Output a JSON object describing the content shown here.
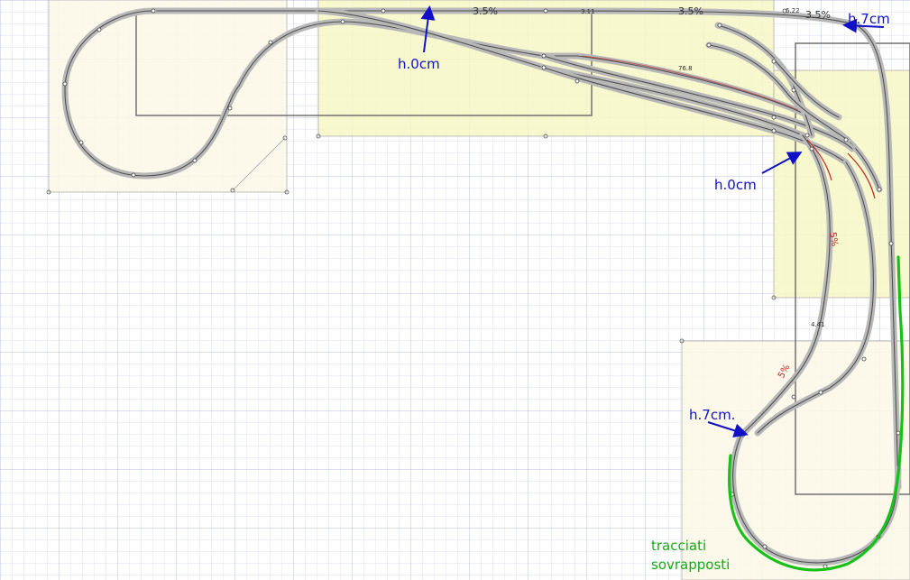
{
  "colors": {
    "background": "#ffffff",
    "grid_minor": "#d6d9f2",
    "grid_major": "#aeb3e0",
    "board_light": "#fbf8e8",
    "board_yellow": "#f6f7c6",
    "track_bed": "#b8b8b8",
    "rail": "#505050",
    "annotation_blue": "#1010c8",
    "overlap_green": "#18c018",
    "grade_red": "#c02020"
  },
  "annotations": {
    "height_top_center": "h.0cm",
    "height_top_right": "h.7cm",
    "height_right_middle": "h.0cm",
    "height_bottom_loop": "h.7cm.",
    "overlap_line1": "tracciati",
    "overlap_line2": "sovrapposti"
  },
  "grades": {
    "top_left": "3.5%",
    "top_middle": "3.5%",
    "top_right": "3.5%",
    "ramp_upper": "5%",
    "ramp_lower": "5%"
  },
  "measurements": {
    "m1": "3.11",
    "m2": "6.22",
    "m3": "4.41",
    "m4": "76.8"
  },
  "icons": {
    "arrows": "arrow-icon"
  }
}
